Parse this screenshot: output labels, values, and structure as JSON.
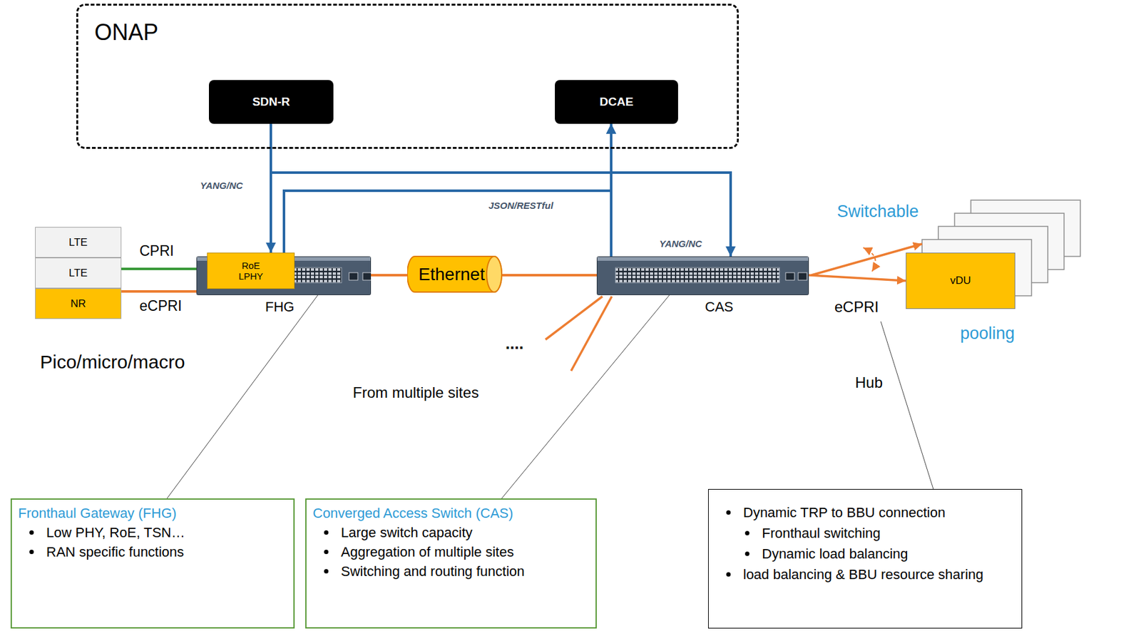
{
  "diagram": {
    "nodes": [
      {
        "text": [
          "ONAP"
        ]
      },
      {
        "text": [
          "SDN-R"
        ],
        "in": 0
      },
      {
        "text": [
          "DCAE"
        ],
        "in": 0
      },
      {
        "text": [
          "LTE"
        ]
      },
      {
        "text": [
          "LTE"
        ]
      },
      {
        "text": [
          "NR"
        ]
      },
      {
        "text": [
          "FHG"
        ]
      },
      {
        "text": [
          "RoE LPHY"
        ],
        "in": 6
      },
      {
        "text": [
          "Ethernet"
        ]
      },
      {
        "text": [
          "CAS"
        ]
      },
      {
        "text": [
          "vDU"
        ]
      },
      {
        "text": [
          "Fronthaul Gateway (FHG)",
          "Low PHY, RoE, TSN…",
          "RAN specific functions"
        ]
      },
      {
        "text": [
          "Converged Access Switch (CAS)",
          "Large switch capacity",
          "Aggregation of multiple sites",
          "Switching and routing function"
        ]
      },
      {
        "text": [
          "Dynamic TRP to BBU connection",
          "Fronthaul switching",
          "Dynamic load balancing",
          "load balancing & BBU resource sharing"
        ]
      }
    ],
    "edges": [
      {
        "from": 1,
        "to": 7,
        "arrow": "to",
        "label": "YANG/NC"
      },
      {
        "from": 1,
        "to": 9,
        "arrow": "to",
        "label": "YANG/NC"
      },
      {
        "from": 7,
        "to": 2,
        "arrow": "to",
        "label": "JSON/RESTful"
      },
      {
        "from": 9,
        "to": 2,
        "arrow": "to"
      },
      {
        "from": 4,
        "to": 6,
        "arrow": "none",
        "label": "CPRI"
      },
      {
        "from": 5,
        "to": 6,
        "arrow": "none",
        "label": "eCPRI"
      },
      {
        "from": 6,
        "to": 8,
        "arrow": "none"
      },
      {
        "from": 8,
        "to": 9,
        "arrow": "none"
      },
      {
        "from": 9,
        "to": 10,
        "arrow": "to",
        "label": "eCPRI"
      },
      {
        "from": 11,
        "to": 6,
        "arrow": "none"
      },
      {
        "from": 12,
        "to": 9,
        "arrow": "none"
      }
    ],
    "labels": [
      "Pico/micro/macro",
      "....",
      "From multiple sites",
      "Switchable",
      "pooling",
      "Hub"
    ]
  }
}
